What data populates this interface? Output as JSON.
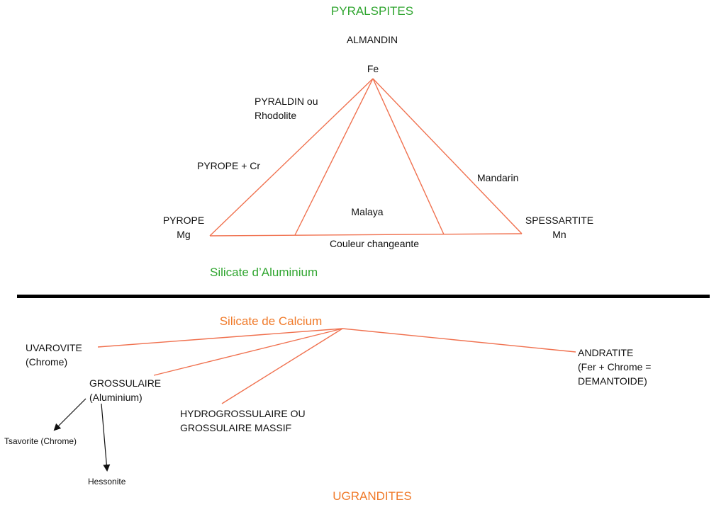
{
  "colors": {
    "line": "#f0714f",
    "heading_green": "#2fa52f",
    "heading_orange": "#f07a2a",
    "divider": "#000000",
    "arrow": "#111111"
  },
  "pyralspites": {
    "heading": "PYRALSPITES",
    "almandin": "ALMANDIN",
    "fe": "Fe",
    "pyraldin_line1": "PYRALDIN ou",
    "pyraldin_line2": "Rhodolite",
    "pyrope_cr": "PYROPE + Cr",
    "mandarin": "Mandarin",
    "pyrope": "PYROPE",
    "mg": "Mg",
    "malaya": "Malaya",
    "spessartite": "SPESSARTITE",
    "mn": "Mn",
    "couleur_changeante": "Couleur changeante",
    "silicate_aluminium": "Silicate d’Aluminium"
  },
  "ugrandites": {
    "silicate_calcium": "Silicate de Calcium",
    "uvarovite_line1": "UVAROVITE",
    "uvarovite_line2": "(Chrome)",
    "grossulaire_line1": "GROSSULAIRE",
    "grossulaire_line2": "(Aluminium)",
    "hydro_line1": "HYDROGROSSULAIRE OU",
    "hydro_line2": "GROSSULAIRE MASSIF",
    "andratite_line1": "ANDRATITE",
    "andratite_line2": "(Fer + Chrome =",
    "andratite_line3": "DEMANTOIDE)",
    "tsavorite": "Tsavorite (Chrome)",
    "hessonite": "Hessonite",
    "heading": "UGRANDITES"
  }
}
